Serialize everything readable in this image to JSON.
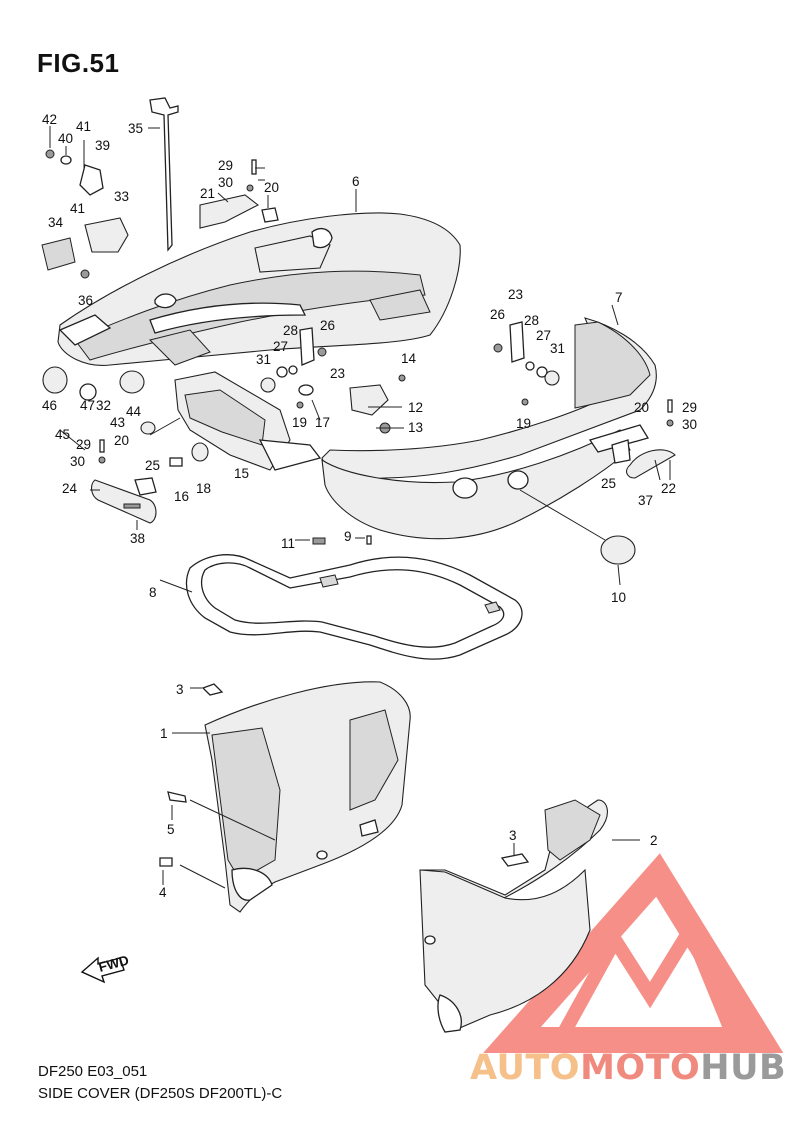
{
  "figure": {
    "title": "FIG.51"
  },
  "footer": {
    "model_code": "DF250 E03_051",
    "section_name": "SIDE COVER (DF250S DF200TL)-C"
  },
  "arrow_label": "FWD",
  "watermark": {
    "part_a": "AUTO",
    "part_b": "MOTO",
    "part_c": "HUB"
  },
  "callouts": [
    "42",
    "40",
    "41",
    "39",
    "35",
    "29",
    "30",
    "21",
    "20",
    "6",
    "33",
    "34",
    "41",
    "36",
    "23",
    "26",
    "28",
    "7",
    "28",
    "27",
    "26",
    "31",
    "14",
    "27",
    "31",
    "46",
    "47",
    "32",
    "44",
    "43",
    "45",
    "29",
    "20",
    "30",
    "25",
    "24",
    "38",
    "16",
    "18",
    "15",
    "19",
    "17",
    "23",
    "12",
    "13",
    "19",
    "20",
    "29",
    "30",
    "25",
    "37",
    "22",
    "11",
    "9",
    "8",
    "10",
    "3",
    "1",
    "5",
    "4",
    "3",
    "2"
  ],
  "colors": {
    "line": "#222222",
    "shade": "#d9d9d9",
    "watermark_triangle": "#f26a5f"
  }
}
